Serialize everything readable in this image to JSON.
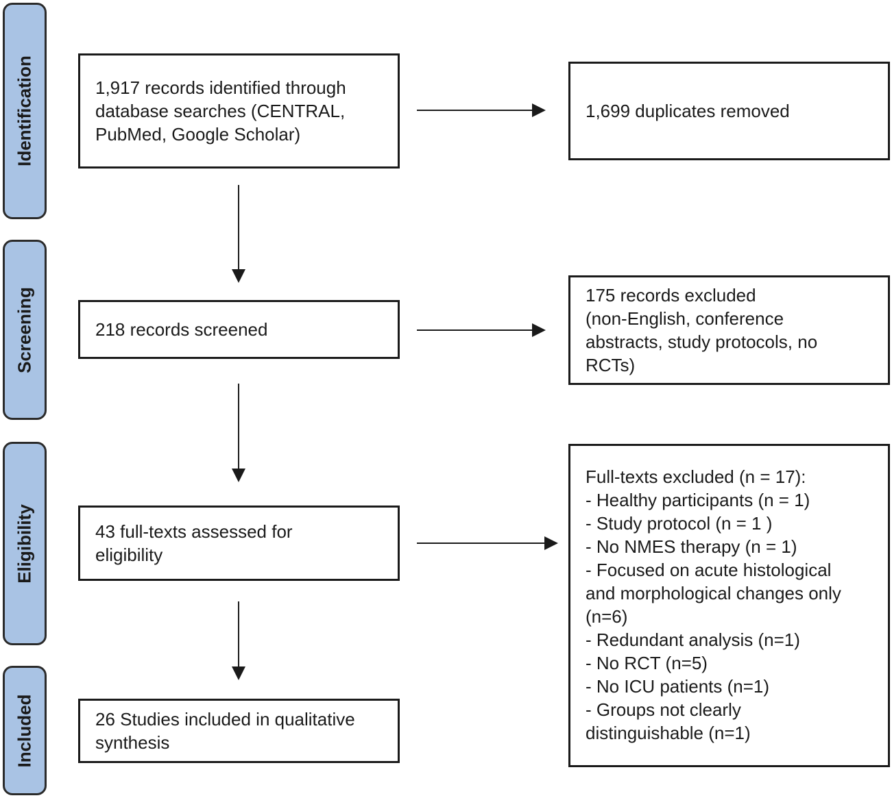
{
  "stages": {
    "identification": "Identification",
    "screening": "Screening",
    "eligibility": "Eligibility",
    "included": "Included"
  },
  "boxes": {
    "identified": "1,917 records identified through\ndatabase searches (CENTRAL,\nPubMed, Google Scholar)",
    "duplicates": "1,699 duplicates removed",
    "screened": "218 records screened",
    "records_excluded": "175 records excluded\n (non-English, conference\nabstracts, study protocols, no\nRCTs)",
    "assessed": "43 full-texts assessed for\neligibility",
    "fulltexts_excluded": "Full-texts excluded (n = 17):\n- Healthy participants (n = 1)\n- Study protocol  (n = 1 )\n- No NMES therapy (n = 1)\n- Focused on acute  histological\nand morphological changes only\n(n=6)\n- Redundant analysis (n=1)\n- No RCT (n=5)\n- No ICU patients (n=1)\n- Groups not clearly\ndistinguishable (n=1)",
    "included": "26 Studies included in qualitative\nsynthesis"
  },
  "colors": {
    "stage_fill": "#a9c3e4",
    "stroke": "#1a1a1a"
  }
}
